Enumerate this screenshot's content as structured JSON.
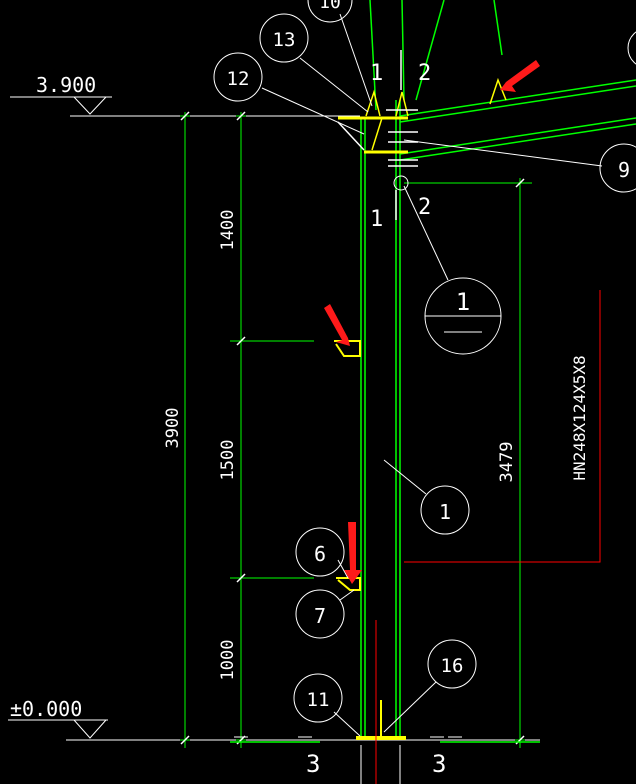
{
  "elevations": {
    "top": "3.900",
    "bottom": "±0.000"
  },
  "dimensions": {
    "total": "3900",
    "seg_top": "1400",
    "seg_mid": "1500",
    "seg_bottom": "1000",
    "column": "3479"
  },
  "section_marks": {
    "one": "1",
    "two": "2",
    "three": "3"
  },
  "callouts": {
    "c1": "1",
    "c6": "6",
    "c7": "7",
    "c9": "9",
    "c10": "10",
    "c11": "11",
    "c12": "12",
    "c13": "13",
    "c16": "16",
    "detail": "1"
  },
  "member_label": "HN248X124X5X8",
  "colors": {
    "background": "#000000",
    "line_white": "#ffffff",
    "column_green": "#00ff00",
    "plate_yellow": "#ffff00",
    "leader_red": "#ff0000",
    "arrow_red": "#ff1a1a"
  }
}
